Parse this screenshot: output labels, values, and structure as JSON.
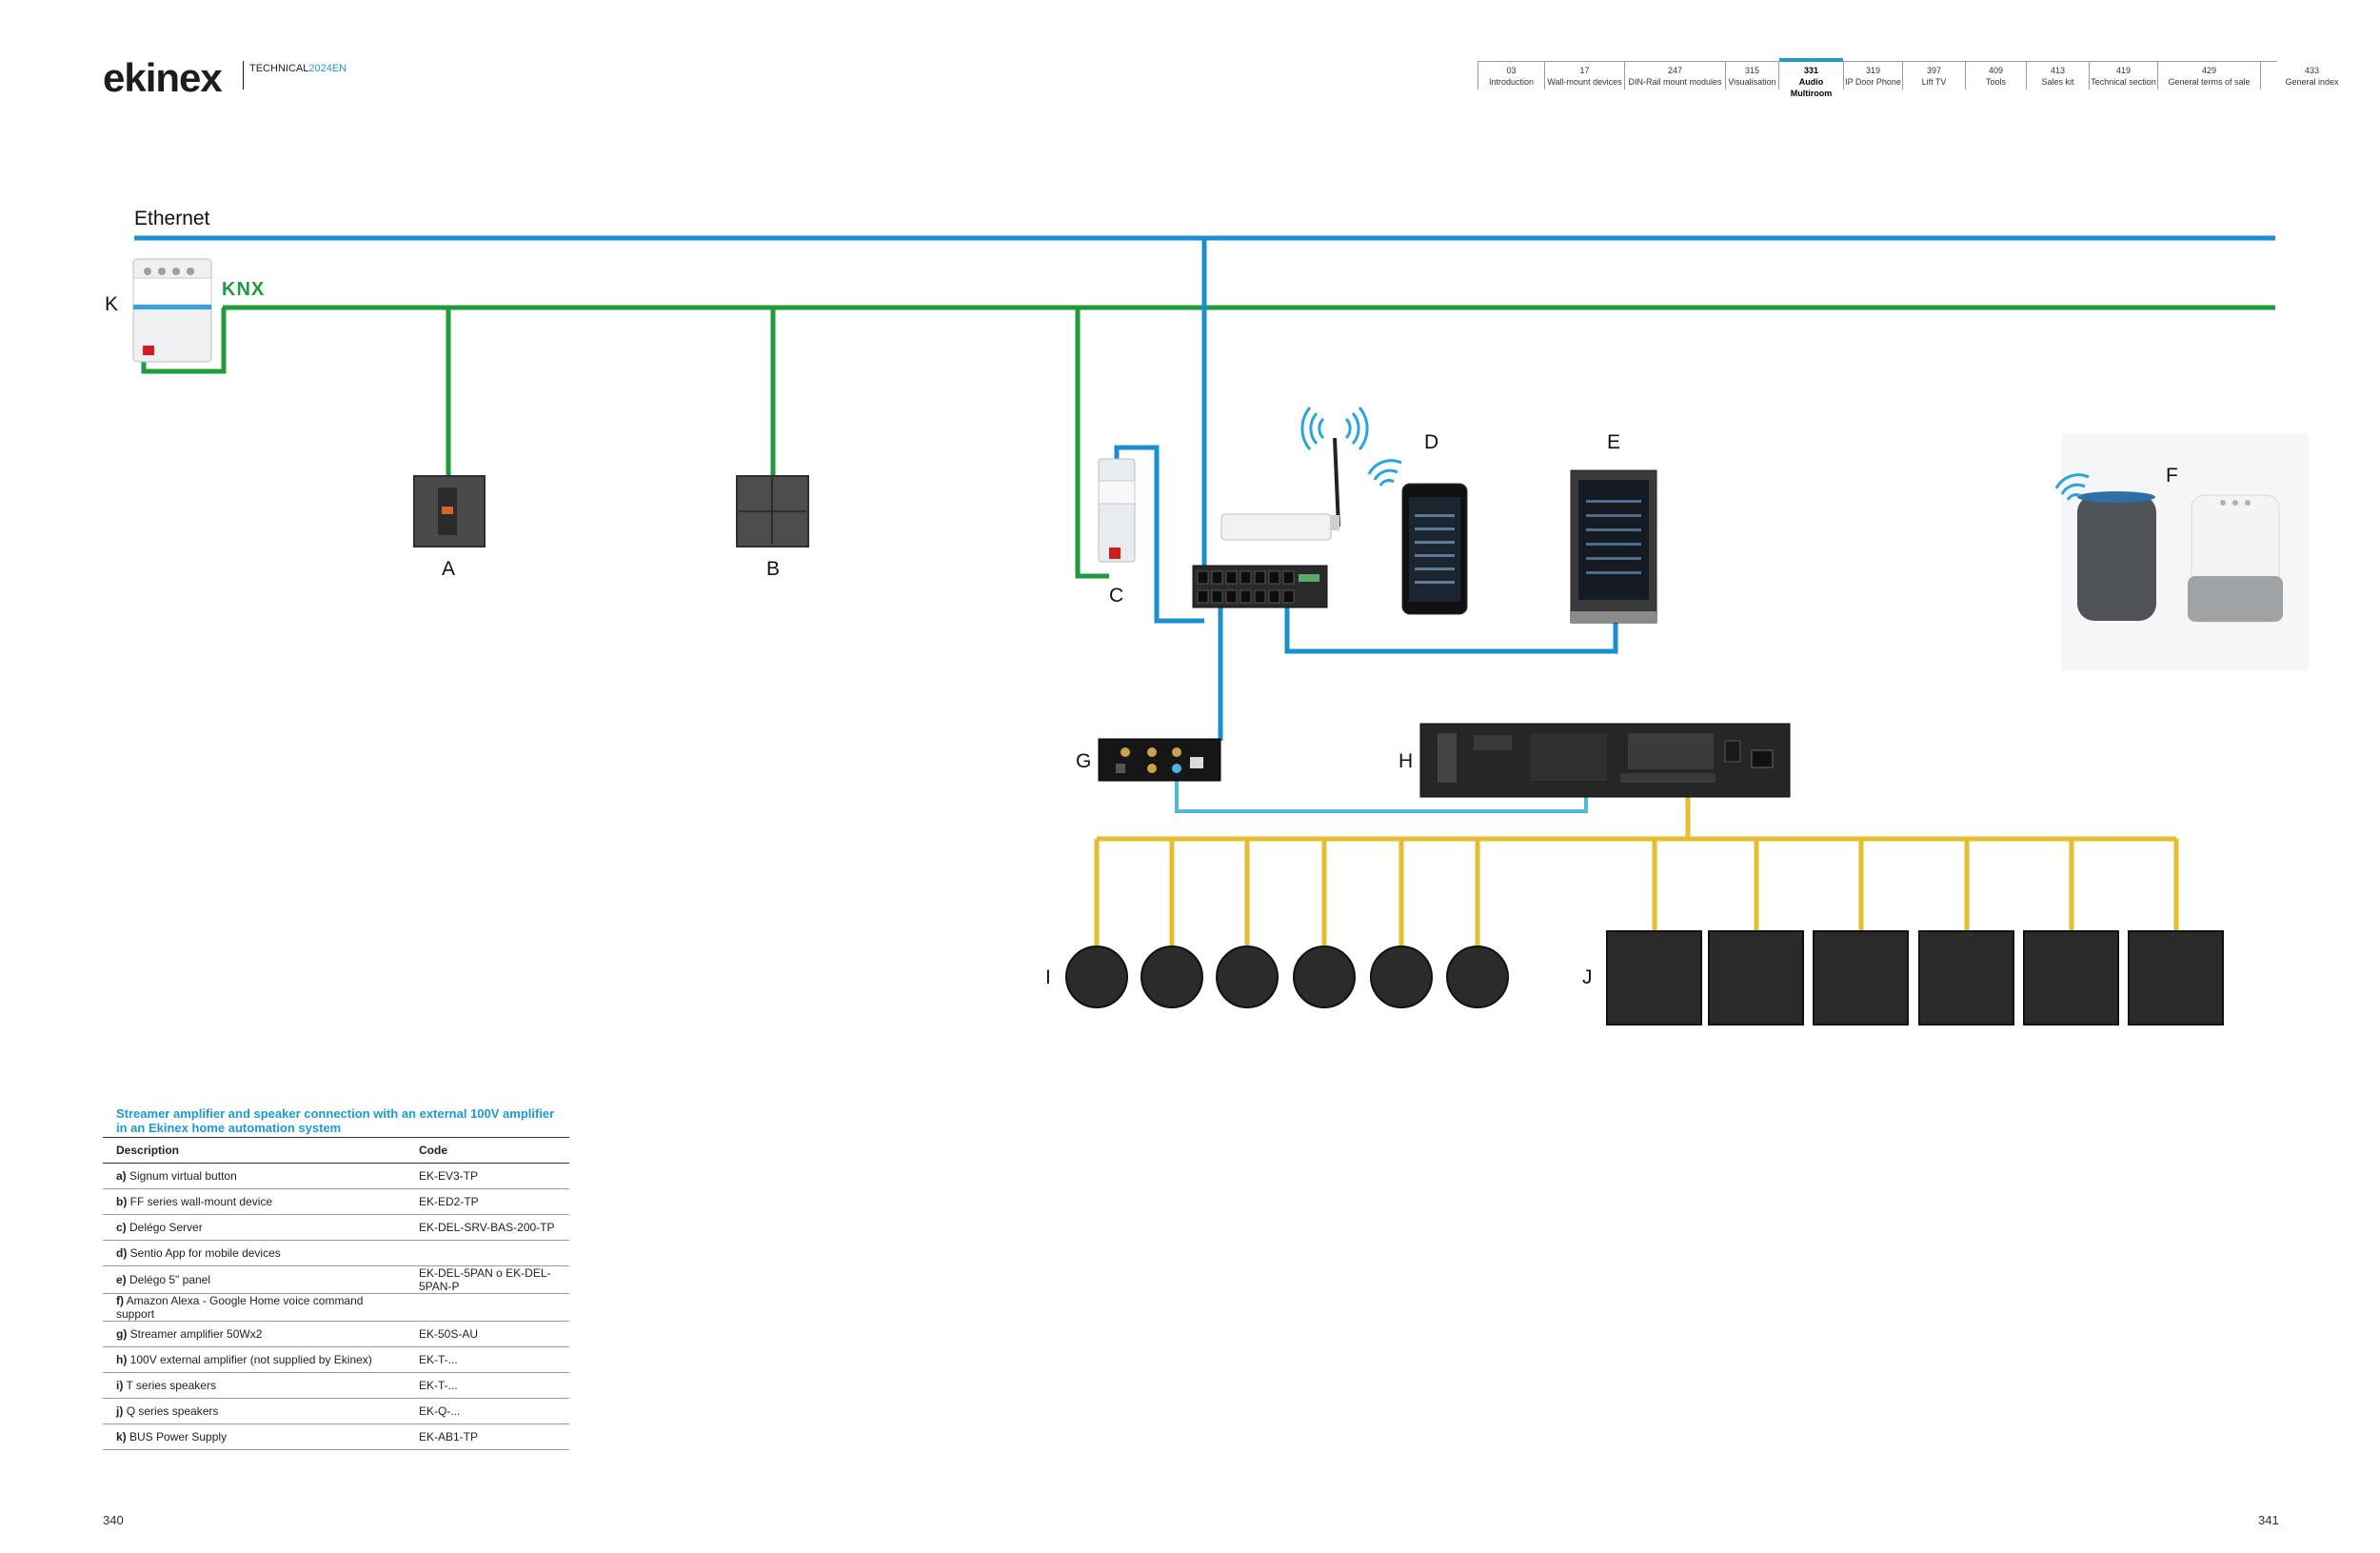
{
  "brand": {
    "logo": "ekinex",
    "sub_prefix": "TECHNICAL",
    "sub_accent": "2024EN"
  },
  "nav": [
    {
      "num": "03",
      "label": "Introduction",
      "w": 70
    },
    {
      "num": "17",
      "label": "Wall-mount devices",
      "w": 84
    },
    {
      "num": "247",
      "label": "DIN-Rail mount modules",
      "w": 106
    },
    {
      "num": "315",
      "label": "Visualisation",
      "w": 56
    },
    {
      "num": "331",
      "label": "Audio Multiroom",
      "w": 68,
      "active": true
    },
    {
      "num": "319",
      "label": "IP Door Phone",
      "w": 62
    },
    {
      "num": "397",
      "label": "Lift TV",
      "w": 66
    },
    {
      "num": "409",
      "label": "Tools",
      "w": 64
    },
    {
      "num": "413",
      "label": "Sales kit",
      "w": 66
    },
    {
      "num": "419",
      "label": "Technical section",
      "w": 72
    },
    {
      "num": "429",
      "label": "General terms of sale",
      "w": 108
    },
    {
      "num": "433",
      "label": "General index",
      "w": 108
    }
  ],
  "diagram": {
    "ethernet_label": "Ethernet",
    "knx_label": "KNX",
    "labels": {
      "A": "A",
      "B": "B",
      "C": "C",
      "D": "D",
      "E": "E",
      "F": "F",
      "G": "G",
      "H": "H",
      "I": "I",
      "J": "J",
      "K": "K"
    },
    "colors": {
      "ethernet": "#1a8fd0",
      "knx": "#1f9a3c",
      "speaker": "#e6bd2e",
      "audio_link": "#53b8d8"
    }
  },
  "table": {
    "title_line1": "Streamer amplifier and speaker connection with an external 100V amplifier",
    "title_line2": "in an Ekinex home automation system",
    "headers": {
      "description": "Description",
      "code": "Code"
    },
    "rows": [
      {
        "key": "a)",
        "desc": "Signum virtual button",
        "code": "EK-EV3-TP"
      },
      {
        "key": "b)",
        "desc": "FF series wall-mount device",
        "code": "EK-ED2-TP"
      },
      {
        "key": "c)",
        "desc": "Delégo Server",
        "code": "EK-DEL-SRV-BAS-200-TP"
      },
      {
        "key": "d)",
        "desc": "Sentio App for mobile devices",
        "code": ""
      },
      {
        "key": "e)",
        "desc": "Delégo 5\" panel",
        "code": "EK-DEL-5PAN o EK-DEL-5PAN-P"
      },
      {
        "key": "f)",
        "desc": "Amazon Alexa - Google Home voice command support",
        "code": ""
      },
      {
        "key": "g)",
        "desc": "Streamer amplifier 50Wx2",
        "code": "EK-50S-AU"
      },
      {
        "key": "h)",
        "desc": "100V external amplifier (not supplied by Ekinex)",
        "code": "EK-T-..."
      },
      {
        "key": "i)",
        "desc": "T series speakers",
        "code": "EK-T-..."
      },
      {
        "key": "j)",
        "desc": "Q series speakers",
        "code": "EK-Q-..."
      },
      {
        "key": "k)",
        "desc": "BUS Power Supply",
        "code": "EK-AB1-TP"
      }
    ]
  },
  "pages": {
    "left": "340",
    "right": "341"
  }
}
